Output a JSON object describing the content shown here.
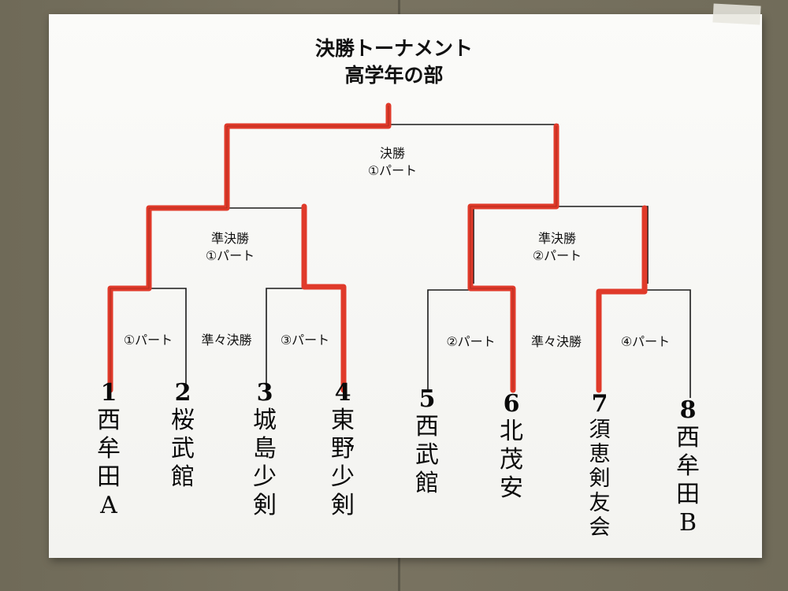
{
  "title": {
    "line1": "決勝トーナメント",
    "line2": "高学年の部"
  },
  "rounds": {
    "final": {
      "name": "決勝",
      "court": "①パート"
    },
    "semi_left": {
      "name": "準決勝",
      "court": "①パート"
    },
    "semi_right": {
      "name": "準決勝",
      "court": "②パート"
    },
    "qf_1": {
      "court": "①パート"
    },
    "qf_center_left": {
      "name": "準々決勝"
    },
    "qf_3": {
      "court": "③パート"
    },
    "qf_2": {
      "court": "②パート"
    },
    "qf_center_right": {
      "name": "準々決勝"
    },
    "qf_4": {
      "court": "④パート"
    }
  },
  "entries": [
    {
      "num": "1",
      "name": "西牟田A"
    },
    {
      "num": "2",
      "name": "桜武館"
    },
    {
      "num": "3",
      "name": "城島少剣"
    },
    {
      "num": "4",
      "name": "東野少剣"
    },
    {
      "num": "5",
      "name": "西武館"
    },
    {
      "num": "6",
      "name": "北茂安"
    },
    {
      "num": "7",
      "name": "須恵剣友会"
    },
    {
      "num": "8",
      "name": "西牟田B"
    }
  ],
  "colors": {
    "winner_path": "#e03a2a",
    "line": "#1a1a1a"
  }
}
